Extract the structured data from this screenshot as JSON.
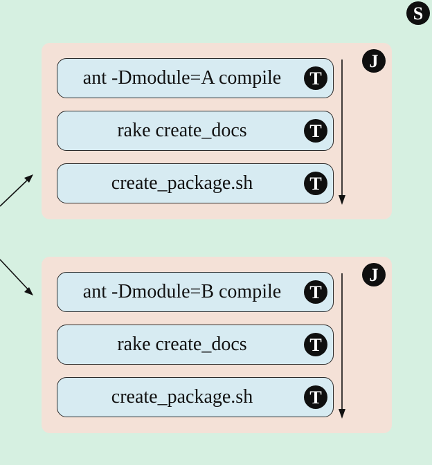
{
  "diagram": {
    "badges": {
      "sequence": "S",
      "job": "J",
      "task": "T"
    },
    "stages": [
      {
        "tasks": [
          {
            "label": "ant -Dmodule=A compile"
          },
          {
            "label": "rake create_docs"
          },
          {
            "label": "create_package.sh"
          }
        ]
      },
      {
        "tasks": [
          {
            "label": "ant -Dmodule=B compile"
          },
          {
            "label": "rake create_docs"
          },
          {
            "label": "create_package.sh"
          }
        ]
      }
    ]
  }
}
